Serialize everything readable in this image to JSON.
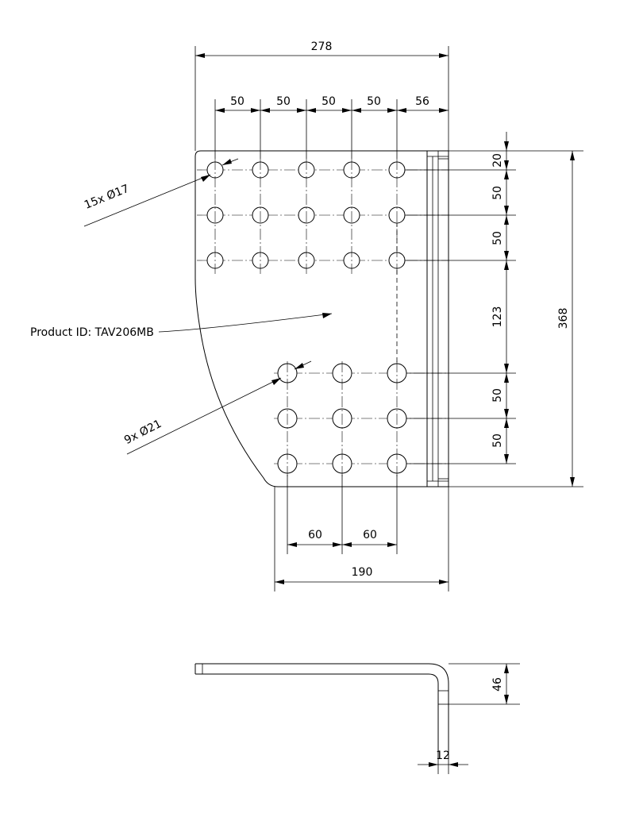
{
  "product_label": "Product ID: TAV206MB",
  "callouts": {
    "small_holes": "15x Ø17",
    "large_holes": "9x Ø21"
  },
  "dimensions": {
    "overall_width": "278",
    "small_pitch_1": "50",
    "small_pitch_2": "50",
    "small_pitch_3": "50",
    "small_pitch_4": "50",
    "edge_offset": "56",
    "top_offset": "20",
    "row_pitch_1": "50",
    "row_pitch_2": "50",
    "gap_between_groups": "123",
    "row_pitch_3": "50",
    "row_pitch_4": "50",
    "overall_height": "368",
    "large_pitch_1": "60",
    "large_pitch_2": "60",
    "lower_width": "190",
    "flange_height": "46",
    "thickness": "12"
  }
}
